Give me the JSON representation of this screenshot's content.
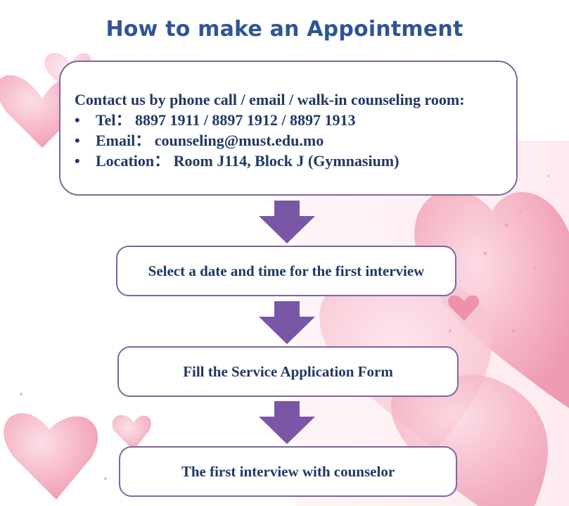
{
  "title": "How to make an Appointment",
  "contact": {
    "heading": "Contact us by phone call / email / walk-in counseling room:",
    "items": [
      "Tel： 8897 1911 / 8897 1912 / 8897 1913",
      "Email： counseling@must.edu.mo",
      "Location： Room J114,  Block J (Gymnasium)"
    ]
  },
  "steps": [
    "Select a date and time for the first interview",
    "Fill the Service Application Form",
    "The first interview with counselor"
  ],
  "colors": {
    "title": "#2f5597",
    "box_text": "#1f3864",
    "box_border": "#8064a2",
    "arrow": "#7a56a6",
    "hearts": "#f2a7bb"
  }
}
